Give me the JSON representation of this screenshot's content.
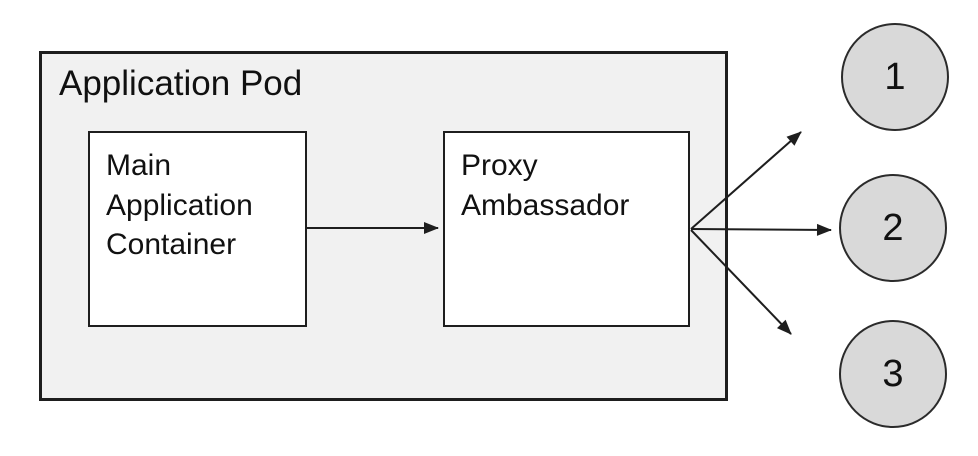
{
  "diagram": {
    "pod": {
      "label": "Application Pod"
    },
    "nodes": {
      "main_container": {
        "id": "main-application-container",
        "label": "Main Application Container"
      },
      "proxy_ambassador": {
        "id": "proxy-ambassador",
        "label": "Proxy Ambassador"
      }
    },
    "endpoints": [
      {
        "id": "endpoint-1",
        "label": "1"
      },
      {
        "id": "endpoint-2",
        "label": "2"
      },
      {
        "id": "endpoint-3",
        "label": "3"
      }
    ],
    "edges": [
      {
        "from": "main-application-container",
        "to": "proxy-ambassador"
      },
      {
        "from": "proxy-ambassador",
        "to": "endpoint-1"
      },
      {
        "from": "proxy-ambassador",
        "to": "endpoint-2"
      },
      {
        "from": "proxy-ambassador",
        "to": "endpoint-3"
      }
    ],
    "colors": {
      "pod_fill": "#f1f1f1",
      "node_fill": "#ffffff",
      "endpoint_fill": "#d9d9d9",
      "stroke": "#1e1e1e",
      "text": "#111111"
    }
  }
}
